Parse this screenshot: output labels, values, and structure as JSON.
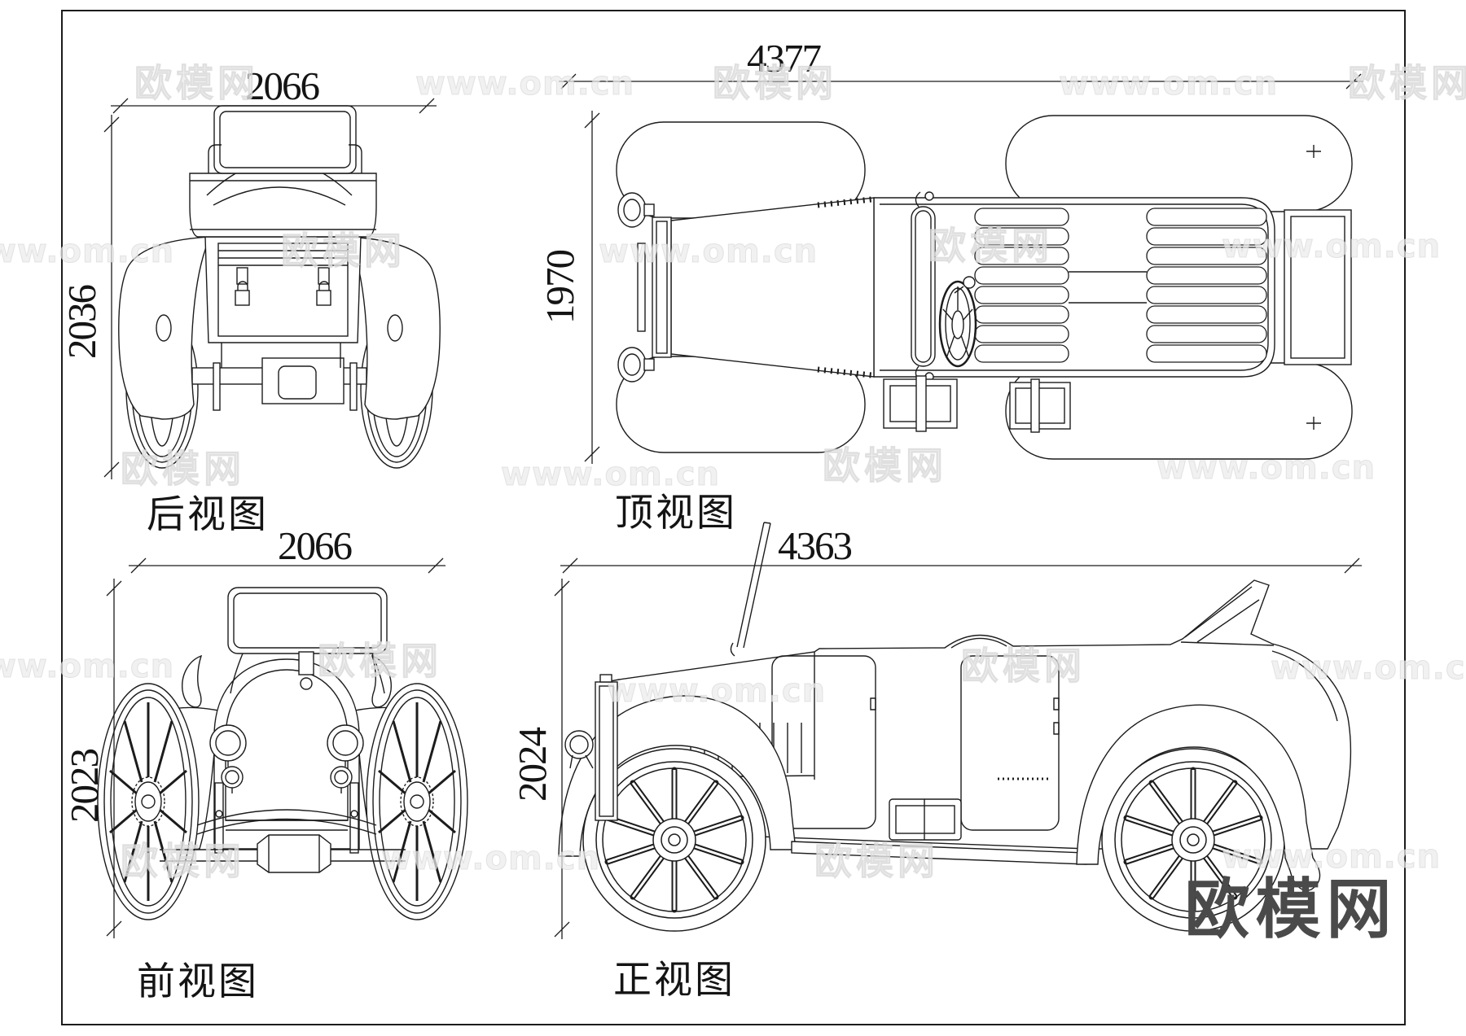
{
  "document": {
    "type": "car-blueprint-four-views",
    "line_color": "#1c1c1c",
    "background": "#ffffff"
  },
  "views": {
    "rear": {
      "label": "后视图",
      "width": "2066",
      "height": "2036"
    },
    "top": {
      "label": "顶视图",
      "width": "4377",
      "height": "1970"
    },
    "front": {
      "label": "前视图",
      "width": "2066",
      "height": "2023"
    },
    "side": {
      "label": "正视图",
      "width": "4363",
      "height": "2024"
    }
  },
  "watermarks": {
    "brand": "欧模网",
    "url": "www.om.cn",
    "color": "#ececec"
  },
  "logo": {
    "text": "欧模网",
    "color": "#4a4a4a"
  }
}
